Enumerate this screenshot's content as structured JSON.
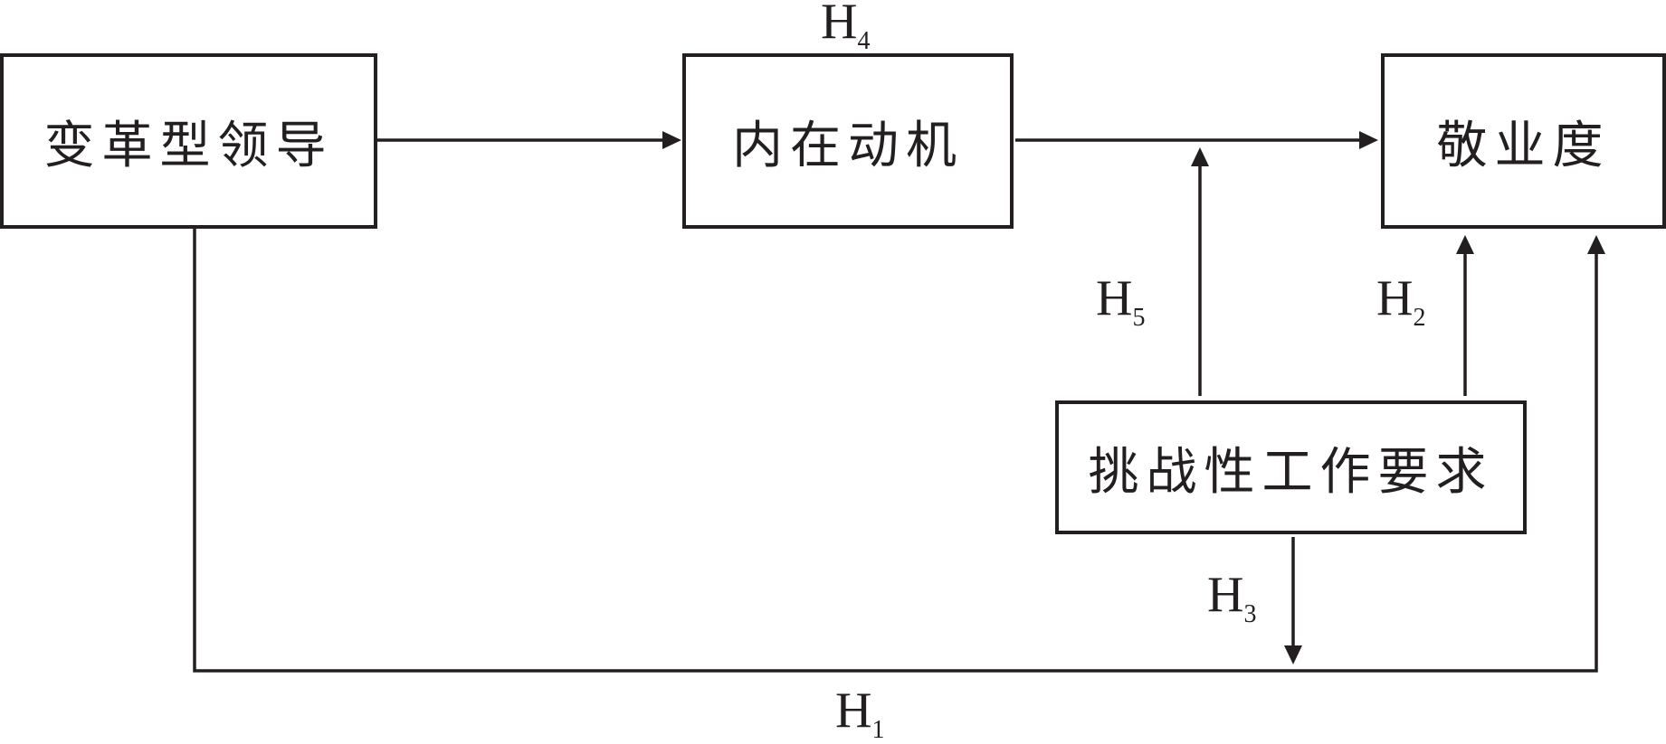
{
  "nodes": {
    "transformational_leadership": "变革型领导",
    "intrinsic_motivation": "内在动机",
    "engagement": "敬业度",
    "challenge_demands": "挑战性工作要求"
  },
  "hypotheses": {
    "h1": {
      "main": "H",
      "sub": "1"
    },
    "h2": {
      "main": "H",
      "sub": "2"
    },
    "h3": {
      "main": "H",
      "sub": "3"
    },
    "h4": {
      "main": "H",
      "sub": "4"
    },
    "h5": {
      "main": "H",
      "sub": "5"
    }
  },
  "colors": {
    "stroke": "#231f20",
    "background": "#ffffff"
  }
}
